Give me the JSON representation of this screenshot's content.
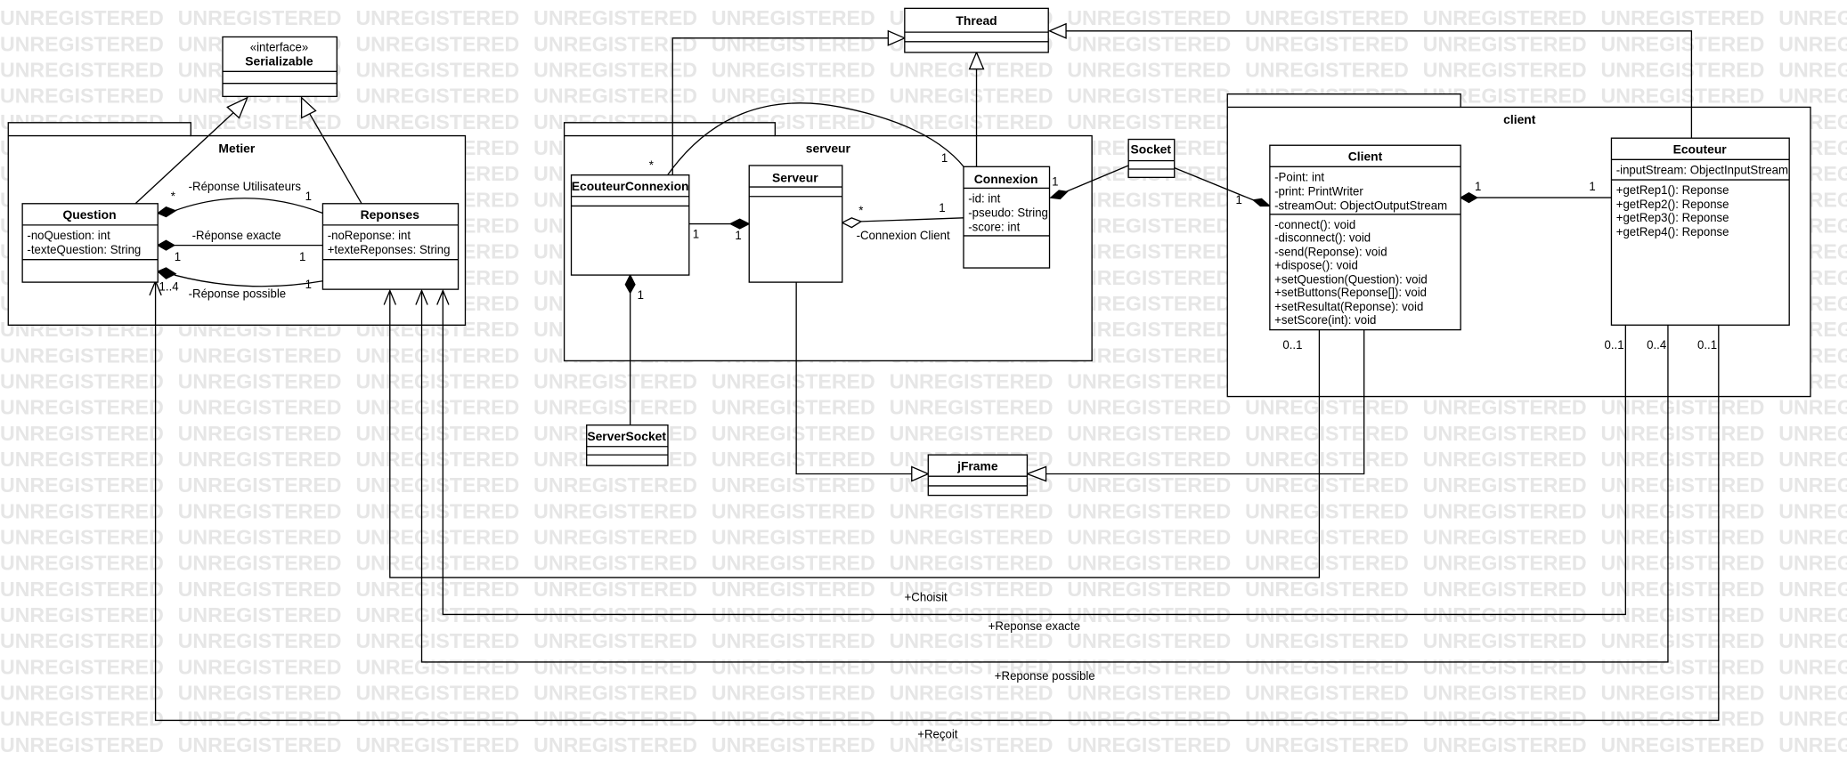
{
  "watermark": "UNREGISTERED",
  "packages": {
    "metier": "Metier",
    "serveur": "serveur",
    "client": "client"
  },
  "classes": {
    "serializable": {
      "stereotype": "«interface»",
      "name": "Serializable"
    },
    "thread": {
      "name": "Thread"
    },
    "question": {
      "name": "Question",
      "attributes": [
        "-noQuestion: int",
        "-texteQuestion: String"
      ]
    },
    "reponses": {
      "name": "Reponses",
      "attributes": [
        "-noReponse: int",
        "+texteReponses: String"
      ]
    },
    "ecouteur_connexion": {
      "name": "EcouteurConnexion"
    },
    "serveur": {
      "name": "Serveur"
    },
    "connexion": {
      "name": "Connexion",
      "attributes": [
        "-id: int",
        "-pseudo: String",
        "-score: int"
      ]
    },
    "socket": {
      "name": "Socket"
    },
    "server_socket": {
      "name": "ServerSocket"
    },
    "jframe": {
      "name": "jFrame"
    },
    "client": {
      "name": "Client",
      "attributes": [
        "-Point: int",
        "-print: PrintWriter",
        "-streamOut: ObjectOutputStream"
      ],
      "operations": [
        "-connect(): void",
        "-disconnect(): void",
        "-send(Reponse): void",
        "+dispose(): void",
        "+setQuestion(Question): void",
        "+setButtons(Reponse[]): void",
        "+setResultat(Reponse): void",
        "+setScore(int): void"
      ]
    },
    "ecouteur": {
      "name": "Ecouteur",
      "attributes": [
        "-inputStream: ObjectInputStream"
      ],
      "operations": [
        "+getRep1(): Reponse",
        "+getRep2(): Reponse",
        "+getRep3(): Reponse",
        "+getRep4(): Reponse"
      ]
    }
  },
  "associations": {
    "reponse_utilisateurs": {
      "name": "-Réponse Utilisateurs",
      "m_question": "*",
      "m_reponses": "1"
    },
    "reponse_exacte": {
      "name": "-Réponse exacte",
      "m_question": "1",
      "m_reponses": "1"
    },
    "reponse_possible": {
      "name": "-Réponse possible",
      "m_question": "1..4",
      "m_reponses": "1"
    },
    "ecouteur_serveur": {
      "m_ecouteur": "1",
      "m_serveur": "1"
    },
    "connexion_client": {
      "name": "-Connexion Client",
      "m_serveur": "*",
      "m_connexion": "1"
    },
    "ecouteur_connexion_arc": {
      "m_ecouteur": "*",
      "m_connexion": "1"
    },
    "ecouteur_serversocket": {
      "m_socket": "1"
    },
    "connexion_socket": {
      "m_connexion": "1"
    },
    "client_socket": {
      "m_client": "1"
    },
    "client_ecouteur": {
      "m_client": "1",
      "m_ecouteur": "1"
    },
    "choisit": {
      "name": "+Choisit",
      "m_client": "0..1"
    },
    "reponse_exacte_client": {
      "name": "+Reponse exacte",
      "m_ecouteur": "0..1"
    },
    "reponse_possible_client": {
      "name": "+Reponse possible",
      "m_ecouteur": "0..4"
    },
    "recoit": {
      "name": "+Reçoit",
      "m_ecouteur": "0..1"
    }
  }
}
